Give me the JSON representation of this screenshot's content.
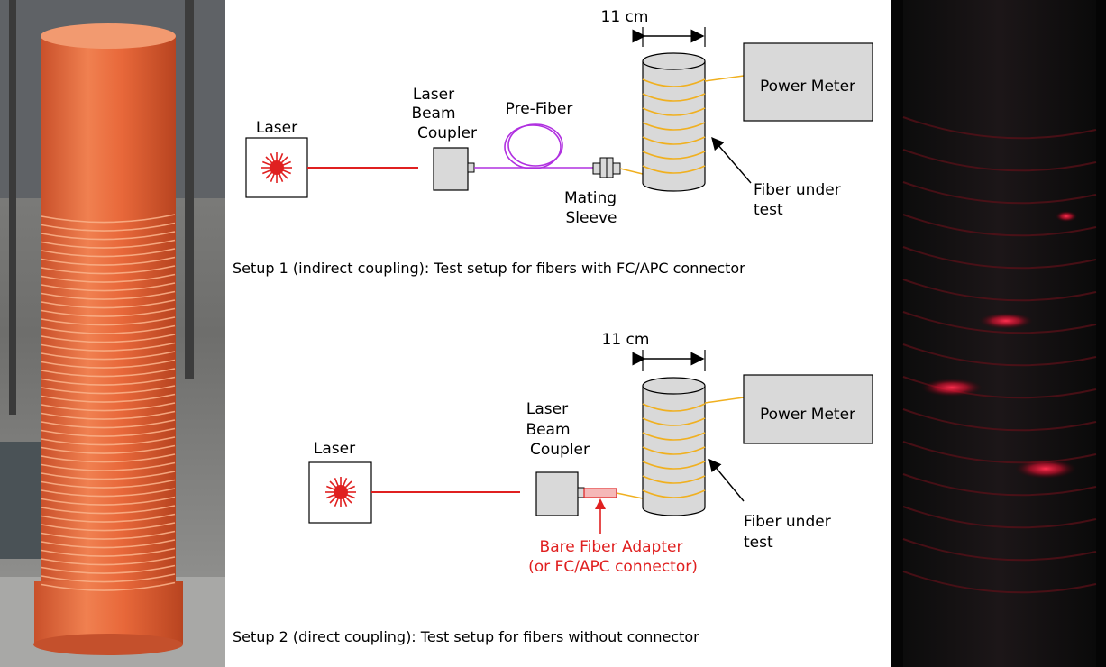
{
  "setup1": {
    "dimension": "11 cm",
    "laser": "Laser",
    "coupler_lines": [
      "Laser",
      "Beam",
      "Coupler"
    ],
    "prefiber": "Pre-Fiber",
    "power_meter": "Power Meter",
    "mating_lines": [
      "Mating",
      "Sleeve"
    ],
    "fiber_lines": [
      "Fiber under",
      "test"
    ],
    "caption": "Setup 1 (indirect coupling): Test setup for fibers with FC/APC connector"
  },
  "setup2": {
    "dimension": "11 cm",
    "laser": "Laser",
    "coupler_lines": [
      "Laser",
      "Beam",
      "Coupler"
    ],
    "power_meter": "Power Meter",
    "adapter_lines": [
      "Bare Fiber Adapter",
      "(or FC/APC connector)"
    ],
    "fiber_lines": [
      "Fiber under",
      "test"
    ],
    "caption": "Setup 2 (direct coupling): Test setup for fibers without connector"
  },
  "colors": {
    "laser_beam": "#e02020",
    "prefiber": "#b030e0",
    "fiber": "#f0b020",
    "box_fill": "#d9d9d9",
    "tube": "#e8683a"
  }
}
